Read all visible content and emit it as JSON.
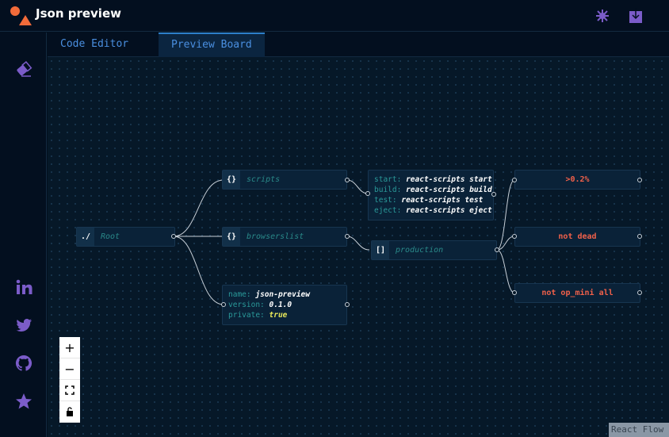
{
  "header": {
    "title": "Json preview",
    "icons": [
      "logo-icon",
      "settings-snowflake-icon",
      "download-icon"
    ]
  },
  "tabs": [
    {
      "label": "Code Editor",
      "active": false
    },
    {
      "label": "Preview Board",
      "active": true
    }
  ],
  "sidebar": {
    "top_icons": [
      "eraser-icon"
    ],
    "bottom_icons": [
      "linkedin-icon",
      "twitter-icon",
      "github-icon",
      "star-icon"
    ]
  },
  "nodes": {
    "root": {
      "tag": "./",
      "label": "Root"
    },
    "scripts": {
      "tag": "{}",
      "label": "scripts"
    },
    "browserslist": {
      "tag": "{}",
      "label": "browserslist"
    },
    "meta": {
      "rows": [
        {
          "key": "name:",
          "value": "json-preview"
        },
        {
          "key": "version:",
          "value": "0.1.0"
        },
        {
          "key": "private:",
          "value": "true"
        }
      ]
    },
    "scripts_values": {
      "rows": [
        {
          "key": "start:",
          "value": "react-scripts start"
        },
        {
          "key": "build:",
          "value": "react-scripts build"
        },
        {
          "key": "test:",
          "value": "react-scripts test"
        },
        {
          "key": "eject:",
          "value": "react-scripts eject"
        }
      ]
    },
    "production": {
      "tag": "[]",
      "label": "production"
    },
    "prod_items": [
      ">0.2%",
      "not dead",
      "not op_mini all"
    ]
  },
  "controls": {
    "zoom_in": "+",
    "zoom_out": "−",
    "fit_view": "⛶",
    "lock": "🔓"
  },
  "attribution": "React Flow",
  "colors": {
    "background": "#020f1e",
    "accent_purple": "#7b5cc9",
    "logo_orange": "#f26b3a",
    "tab_text": "#4a8fe0",
    "key_teal": "#2a9a9a",
    "leaf_red": "#f0604a",
    "bool_yellow": "#e8e85a"
  }
}
